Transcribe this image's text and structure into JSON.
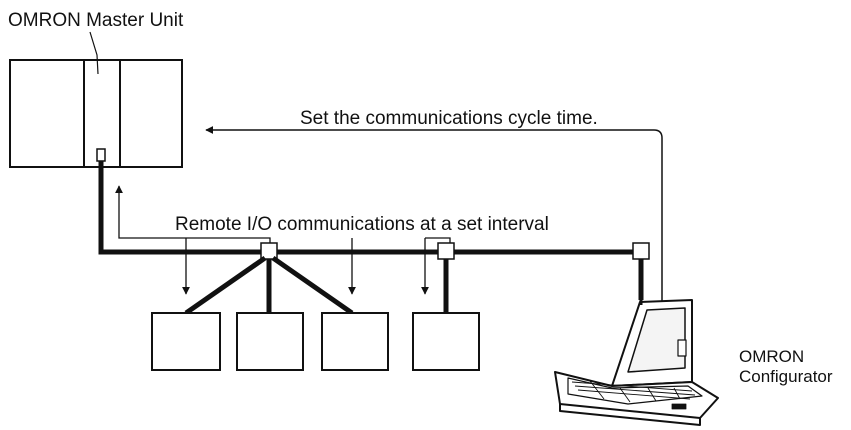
{
  "diagram": {
    "master_unit_label": "OMRON Master Unit",
    "cycle_time_label": "Set the communications cycle time.",
    "remote_io_label": "Remote I/O communications at a set interval",
    "configurator_label_line1": "OMRON",
    "configurator_label_line2": "Configurator"
  },
  "colors": {
    "line": "#111111",
    "background": "#ffffff"
  }
}
